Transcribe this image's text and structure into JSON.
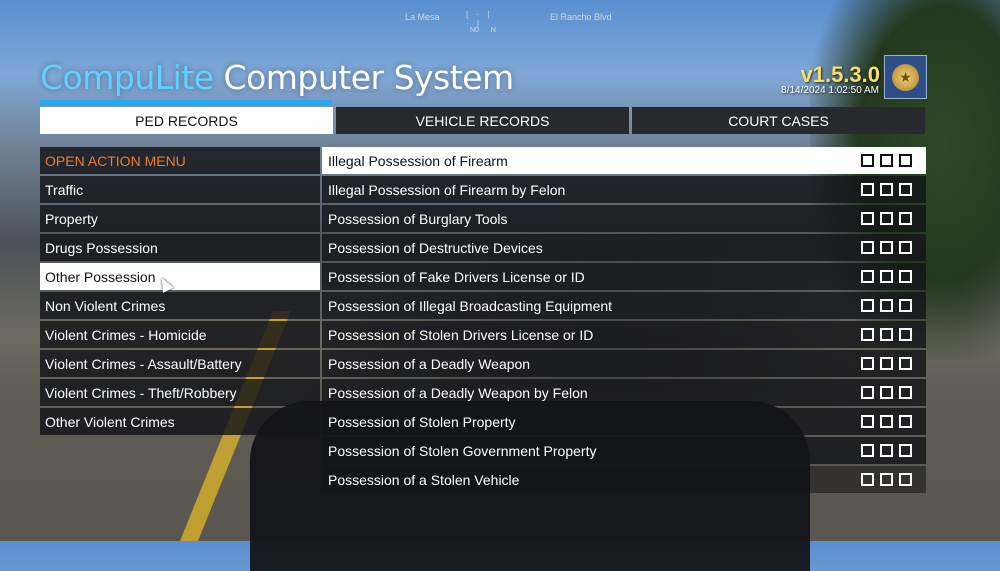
{
  "hud": {
    "street_left": "La Mesa",
    "street_right": "El Rancho Blvd",
    "compass_top": "| · | · |",
    "compass_bottom": "N0   N"
  },
  "header": {
    "title_brand": "CompuLite",
    "title_rest": " Computer System",
    "version": "v1.5.3.0",
    "datetime": "8/14/2024 1:02:50 AM"
  },
  "tabs": [
    {
      "label": "PED RECORDS",
      "active": true
    },
    {
      "label": "VEHICLE RECORDS",
      "active": false
    },
    {
      "label": "COURT CASES",
      "active": false
    }
  ],
  "sidebar": {
    "items": [
      {
        "label": "OPEN ACTION MENU",
        "type": "header"
      },
      {
        "label": "Traffic"
      },
      {
        "label": "Property"
      },
      {
        "label": "Drugs Possession"
      },
      {
        "label": "Other Possession",
        "active": true
      },
      {
        "label": "Non Violent Crimes"
      },
      {
        "label": "Violent Crimes - Homicide"
      },
      {
        "label": "Violent Crimes - Assault/Battery"
      },
      {
        "label": "Violent Crimes - Theft/Robbery"
      },
      {
        "label": "Other Violent Crimes"
      }
    ]
  },
  "charges": [
    {
      "label": "Illegal Possession of Firearm",
      "active": true
    },
    {
      "label": "Illegal Possession of Firearm by Felon"
    },
    {
      "label": "Possession of Burglary Tools"
    },
    {
      "label": "Possession of Destructive Devices"
    },
    {
      "label": "Possession of Fake Drivers License or ID"
    },
    {
      "label": "Possession of Illegal Broadcasting Equipment"
    },
    {
      "label": "Possession of Stolen Drivers License or ID"
    },
    {
      "label": "Possession of a Deadly Weapon"
    },
    {
      "label": "Possession of a Deadly Weapon by Felon"
    },
    {
      "label": "Possession of Stolen Property"
    },
    {
      "label": "Possession of Stolen Government Property"
    },
    {
      "label": "Possession of a Stolen Vehicle"
    }
  ],
  "colors": {
    "accent_blue": "#28a8f0",
    "brand_cyan": "#5fd0ff",
    "version_yellow": "#f6e06b",
    "menu_orange": "#f07a2a"
  },
  "icons": {
    "badge": "police-badge-icon",
    "checkbox": "checkbox-icon",
    "cursor": "mouse-cursor-icon"
  }
}
